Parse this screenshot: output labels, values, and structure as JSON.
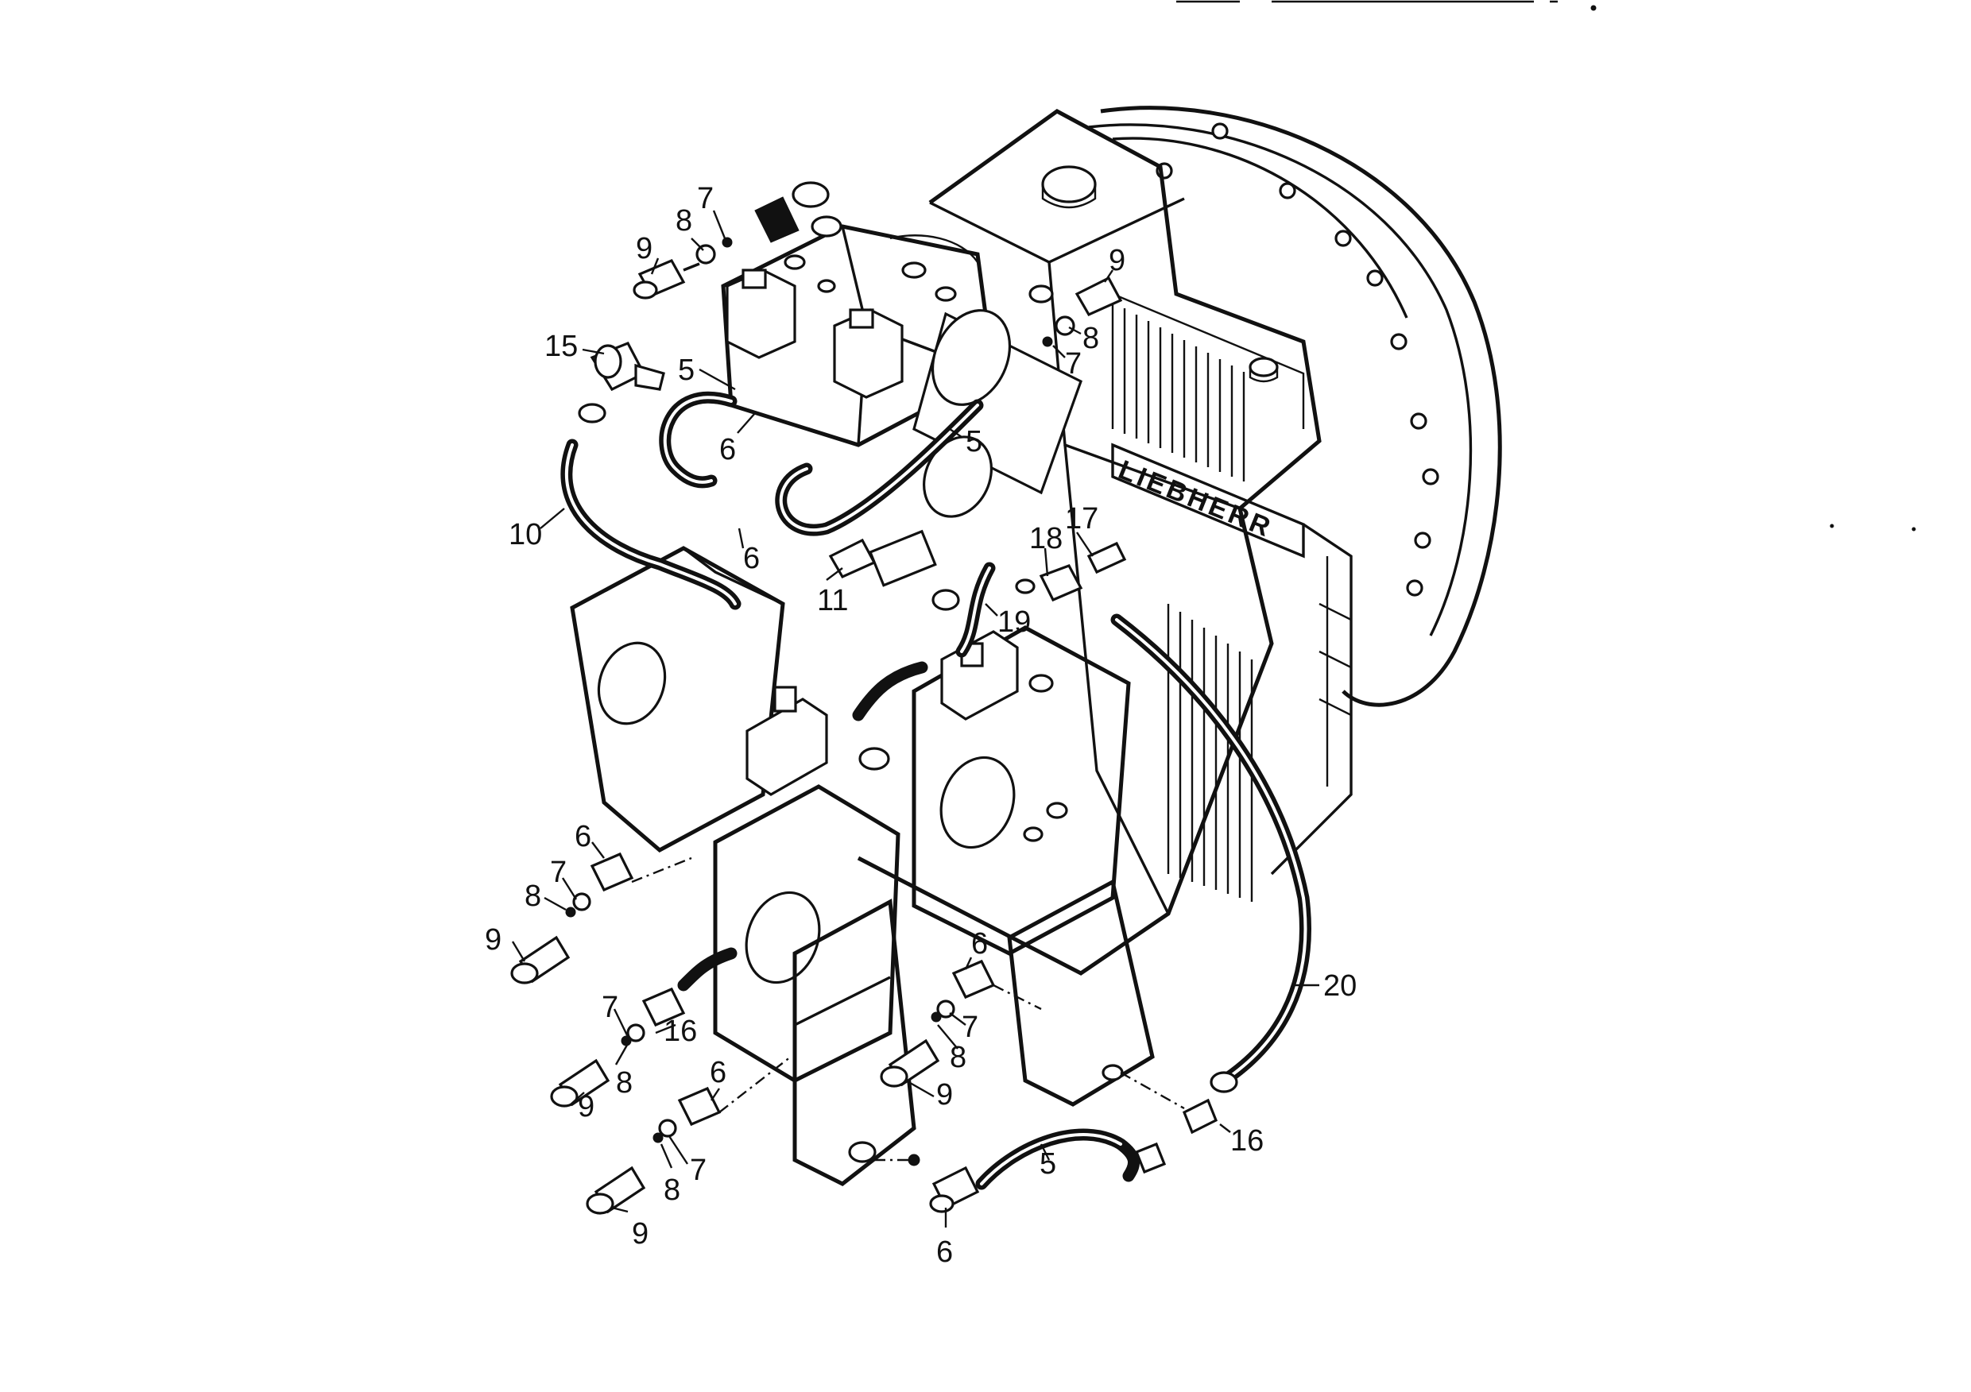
{
  "callouts": [
    {
      "id": "c9a",
      "label": "9"
    },
    {
      "id": "c8a",
      "label": "8"
    },
    {
      "id": "c7a",
      "label": "7"
    },
    {
      "id": "c15",
      "label": "15"
    },
    {
      "id": "c5a",
      "label": "5"
    },
    {
      "id": "c6a",
      "label": "6"
    },
    {
      "id": "c6b",
      "label": "6"
    },
    {
      "id": "c10",
      "label": "10"
    },
    {
      "id": "c11",
      "label": "11"
    },
    {
      "id": "c5b",
      "label": "5"
    },
    {
      "id": "c9b",
      "label": "9"
    },
    {
      "id": "c8b",
      "label": "8"
    },
    {
      "id": "c7b",
      "label": "7"
    },
    {
      "id": "c18",
      "label": "18"
    },
    {
      "id": "c17",
      "label": "17"
    },
    {
      "id": "c19",
      "label": "19"
    },
    {
      "id": "c6c",
      "label": "6"
    },
    {
      "id": "c7c",
      "label": "7"
    },
    {
      "id": "c8c",
      "label": "8"
    },
    {
      "id": "c9c",
      "label": "9"
    },
    {
      "id": "c7d",
      "label": "7"
    },
    {
      "id": "c16a",
      "label": "16"
    },
    {
      "id": "c8d",
      "label": "8"
    },
    {
      "id": "c9d",
      "label": "9"
    },
    {
      "id": "c6d",
      "label": "6"
    },
    {
      "id": "c7e",
      "label": "7"
    },
    {
      "id": "c8e",
      "label": "8"
    },
    {
      "id": "c9e",
      "label": "9"
    },
    {
      "id": "c6e",
      "label": "6"
    },
    {
      "id": "c7f",
      "label": "7"
    },
    {
      "id": "c8f",
      "label": "8"
    },
    {
      "id": "c9f",
      "label": "9"
    },
    {
      "id": "c5c",
      "label": "5"
    },
    {
      "id": "c6f",
      "label": "6"
    },
    {
      "id": "c16b",
      "label": "16"
    },
    {
      "id": "c20",
      "label": "20"
    }
  ],
  "housing_lettering": "LIEBHERR"
}
